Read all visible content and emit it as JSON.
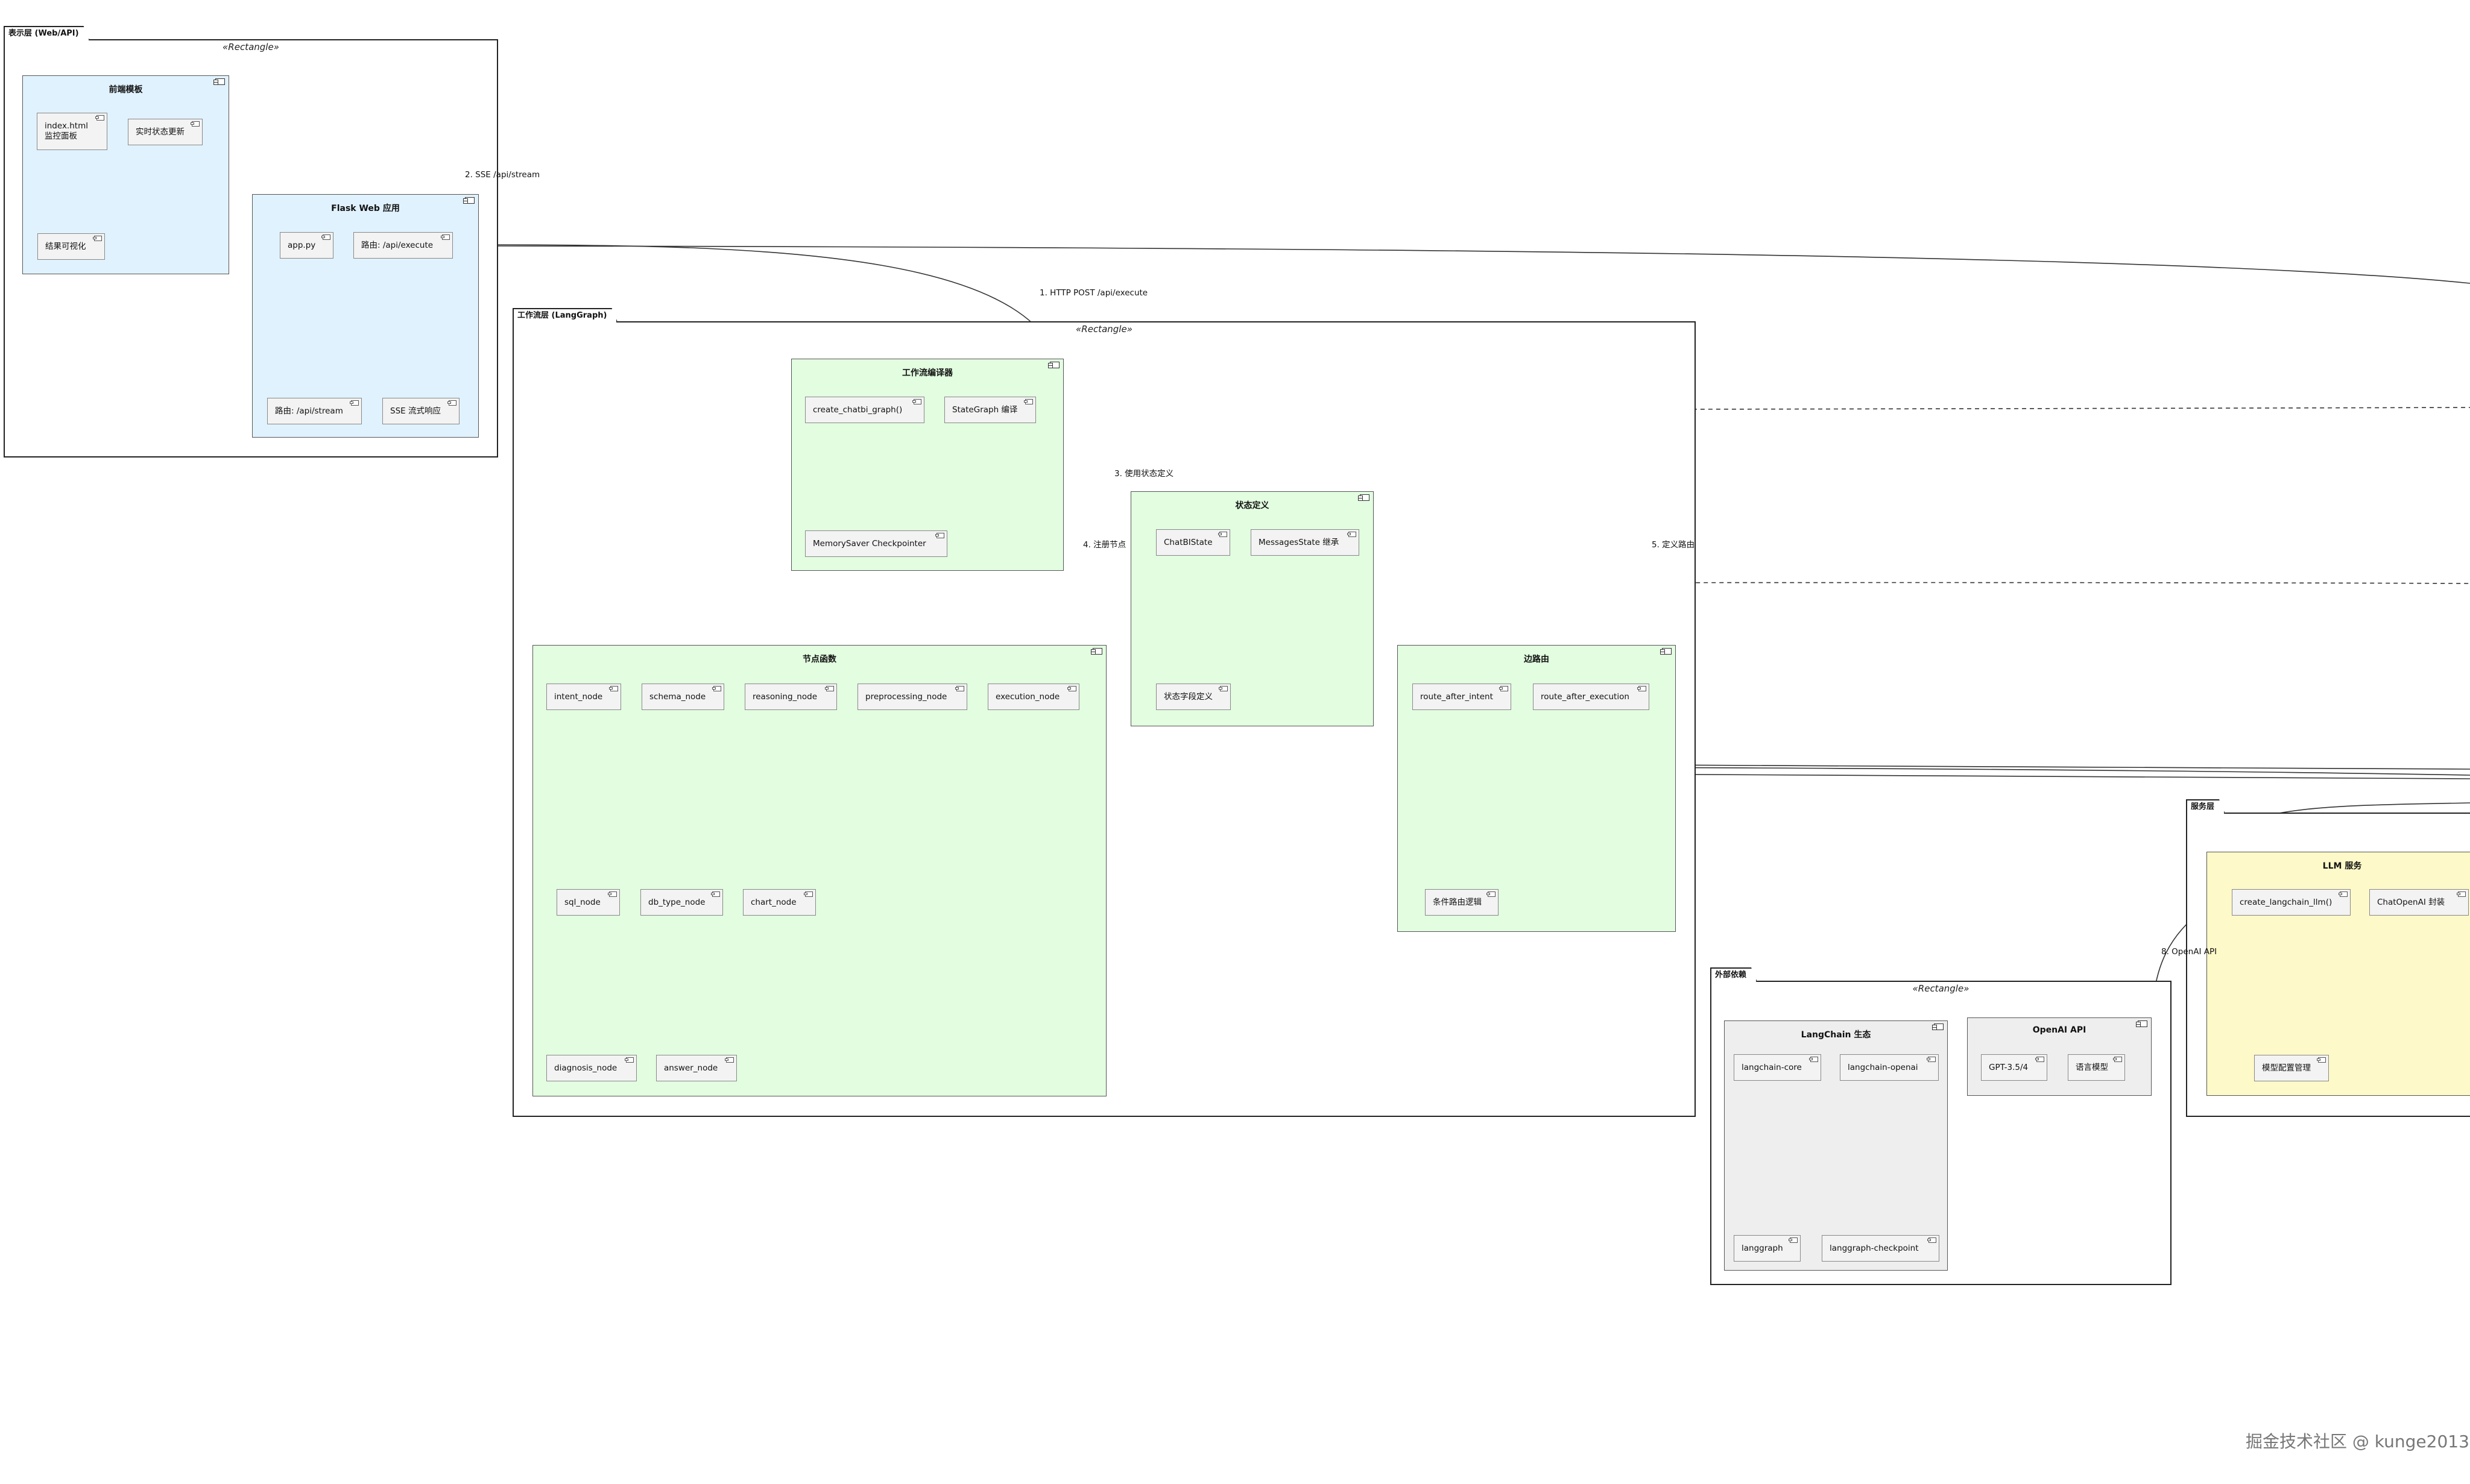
{
  "packages": {
    "presentation": {
      "title": "表示层 (Web/API)",
      "stereotype": "«Rectangle»"
    },
    "workflow": {
      "title": "工作流层 (LangGraph)",
      "stereotype": "«Rectangle»"
    },
    "external": {
      "title": "外部依赖",
      "stereotype": "«Rectangle»"
    },
    "service": {
      "title": "服务层"
    }
  },
  "components": {
    "frontend": {
      "title": "前端模板",
      "items": [
        "index.html\n监控面板",
        "实时状态更新",
        "结果可视化"
      ]
    },
    "flask": {
      "title": "Flask Web 应用",
      "items": [
        "app.py",
        "路由: /api/execute",
        "路由: /api/stream",
        "SSE 流式响应"
      ]
    },
    "compiler": {
      "title": "工作流编译器",
      "items": [
        "create_chatbi_graph()",
        "StateGraph 编译",
        "MemorySaver Checkpointer"
      ]
    },
    "state": {
      "title": "状态定义",
      "items": [
        "ChatBIState",
        "MessagesState 继承",
        "状态字段定义"
      ]
    },
    "nodes": {
      "title": "节点函数",
      "items": [
        "intent_node",
        "schema_node",
        "reasoning_node",
        "preprocessing_node",
        "execution_node",
        "sql_node",
        "db_type_node",
        "chart_node",
        "diagnosis_node",
        "answer_node"
      ]
    },
    "edges": {
      "title": "边路由",
      "items": [
        "route_after_intent",
        "route_after_execution",
        "条件路由逻辑"
      ]
    },
    "langchain": {
      "title": "LangChain 生态",
      "items": [
        "langchain-core",
        "langchain-openai",
        "langgraph",
        "langgraph-checkpoint"
      ]
    },
    "openai": {
      "title": "OpenAI API",
      "items": [
        "GPT-3.5/4",
        "语言模型"
      ]
    },
    "llm": {
      "title": "LLM 服务",
      "items": [
        "create_langchain_llm()",
        "ChatOpenAI 封装",
        "模型配置管理"
      ]
    }
  },
  "arrows": {
    "a1": "1. HTTP POST /api/execute",
    "a2": "2. SSE /api/stream",
    "a3": "3. 使用状态定义",
    "a4": "4. 注册节点",
    "a5": "5. 定义路由",
    "a8": "8. OpenAI API"
  },
  "watermark": "掘金技术社区 @ kunge2013"
}
